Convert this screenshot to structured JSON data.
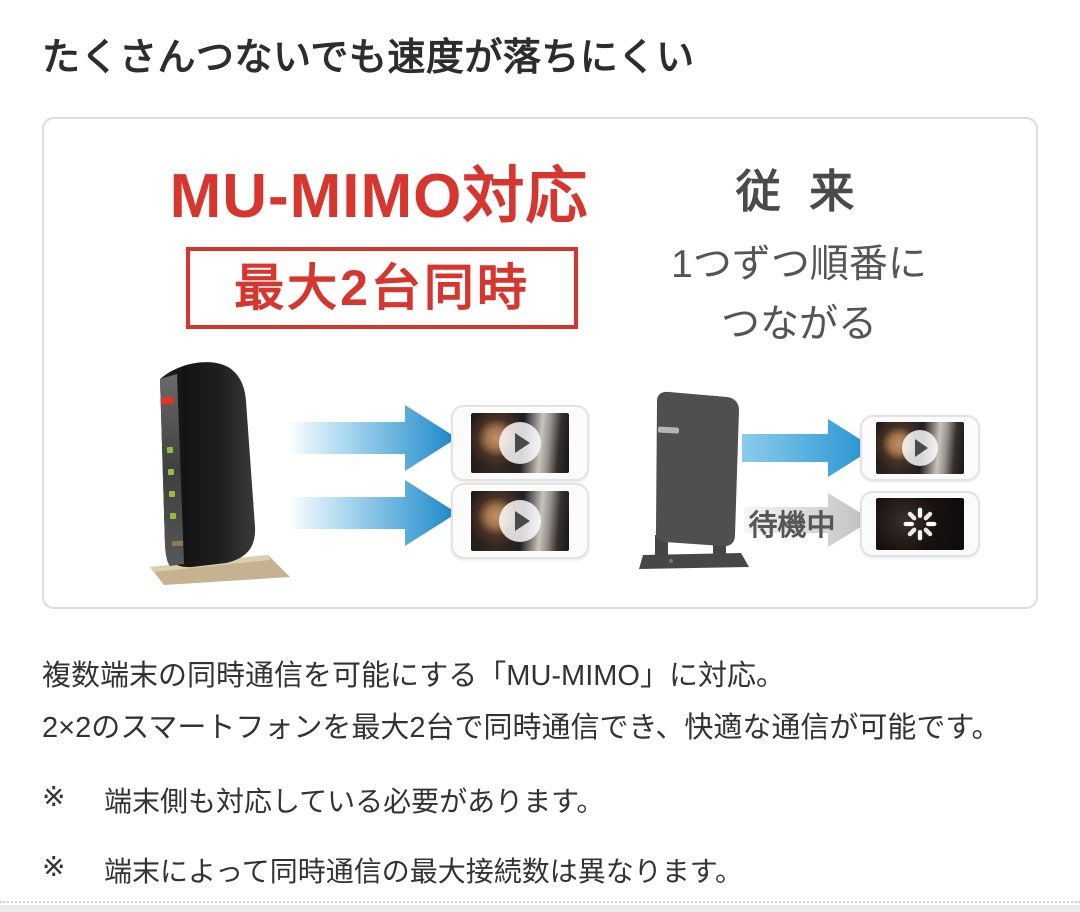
{
  "heading": "たくさんつないでも速度が落ちにくい",
  "figure": {
    "mumimo": {
      "title": "MU-MIMO対応",
      "badge": "最大2台同時"
    },
    "legacy": {
      "title": "従 来",
      "line1": "1つずつ順番に",
      "line2": "つながる",
      "standby": "待機中"
    }
  },
  "description": {
    "line1": "複数端末の同時通信を可能にする「MU-MIMO」に対応。",
    "line2": "2×2のスマートフォンを最大2台で同時通信でき、快適な通信が可能です。"
  },
  "notes": [
    {
      "marker": "※",
      "text": "端末側も対応している必要があります。"
    },
    {
      "marker": "※",
      "text": "端末によって同時通信の最大接続数は異なります。"
    }
  ],
  "colors": {
    "accent_red": "#d6362d",
    "arrow_blue": "#1987c8",
    "arrow_gray": "#c2c2c2",
    "text_dark": "#333333",
    "box_border": "#dbdcdc"
  }
}
